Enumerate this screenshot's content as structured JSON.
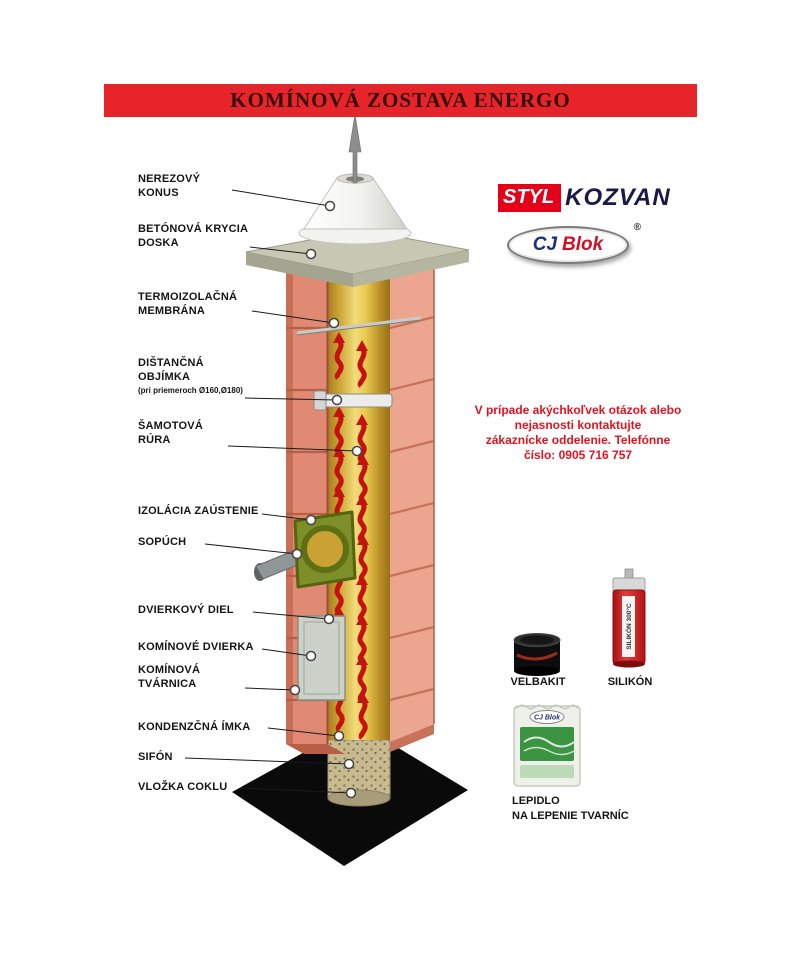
{
  "banner": {
    "title": "KOMÍNOVÁ ZOSTAVA ENERGO"
  },
  "labels": [
    {
      "lines": [
        "NEREZOVÝ",
        "KONUS"
      ]
    },
    {
      "lines": [
        "BETÓNOVÁ KRYCIA",
        "DOSKA"
      ]
    },
    {
      "lines": [
        "TERMOIZOLAČNÁ",
        "MEMBRÁNA"
      ]
    },
    {
      "lines": [
        "DIŠTANČNÁ",
        "OBJÍMKA"
      ],
      "note": "(pri priemeroch Ø160,Ø180)"
    },
    {
      "lines": [
        "ŠAMOTOVÁ",
        "RÚRA"
      ]
    },
    {
      "lines": [
        "IZOLÁCIA ZAÚSTENIE"
      ]
    },
    {
      "lines": [
        "SOPÚCH"
      ]
    },
    {
      "lines": [
        "DVIERKOVÝ DIEL"
      ]
    },
    {
      "lines": [
        "KOMÍNOVÉ DVIERKA"
      ]
    },
    {
      "lines": [
        "KOMÍNOVÁ",
        "TVÁRNICA"
      ]
    },
    {
      "lines": [
        "KONDENZČNÁ ÍMKA"
      ]
    },
    {
      "lines": [
        "SIFÓN"
      ]
    },
    {
      "lines": [
        "VLOŽKA COKLU"
      ]
    }
  ],
  "logos": {
    "styl": "STYL",
    "kozvan": "KOZVAN",
    "cj": "CJ",
    "blok": "Blok",
    "registered": "®"
  },
  "contact": {
    "line1": "V prípade akýchkoľvek otázok alebo",
    "line2": "nejasnosti kontaktujte",
    "line3": "zákaznícke oddelenie. Telefónne",
    "line4": "číslo: 0905 716 757"
  },
  "products": {
    "velbakit": {
      "label": "VELBAKIT"
    },
    "silikon": {
      "label": "SILIKÓN",
      "tube_text": "SILIKÓN 300°C"
    },
    "lepidlo": {
      "label_line1": "LEPIDLO",
      "label_line2": "NA LEPENIE TVARNÍC",
      "bag_brand": "CJ Blok"
    }
  },
  "colors": {
    "banner_red": "#e62429",
    "block_pink": "#e08a74",
    "tube_yellow": "#e8c84f",
    "arrow_red": "#c41212",
    "sopuch_green": "#7e8e28",
    "base_black": "#0a0a0a",
    "contact_red": "#e3121e",
    "styl_red": "#e50019",
    "cj_blue": "#1b2f7a",
    "blok_red": "#cf1126"
  }
}
